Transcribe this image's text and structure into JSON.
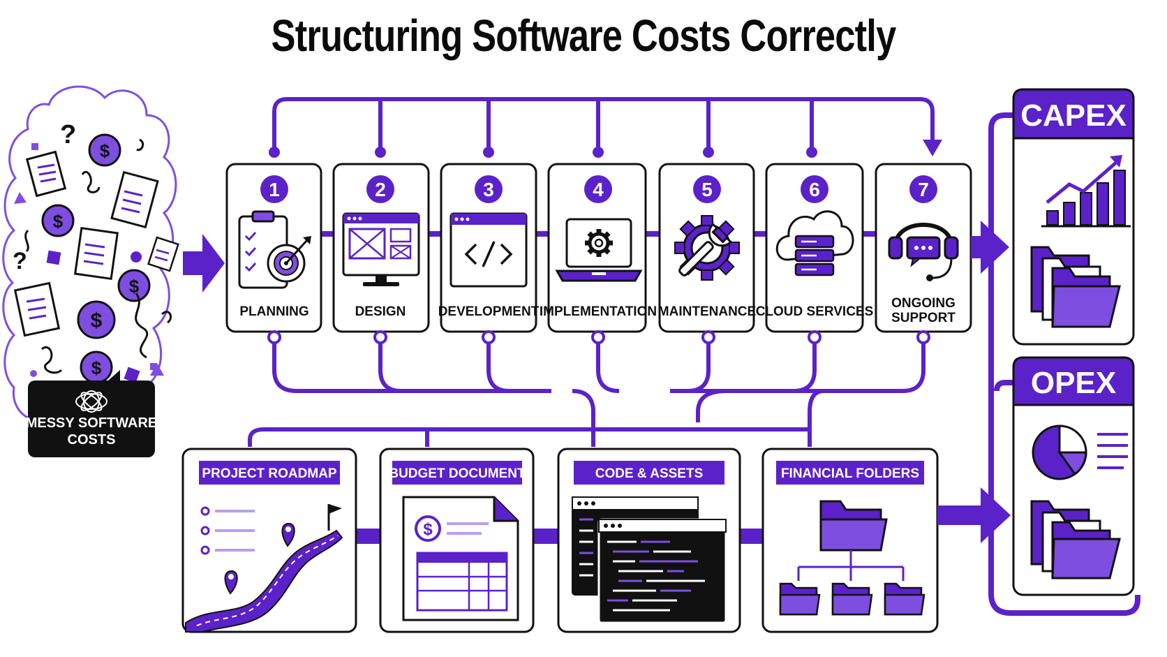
{
  "title": "Structuring Software Costs Correctly",
  "colors": {
    "accent": "#5b22c9",
    "accent_light": "#7e4ee0",
    "ink": "#111111",
    "paper": "#ffffff"
  },
  "stages": [
    {
      "number": "1",
      "label": "PLANNING",
      "icon": "clipboard-target-icon"
    },
    {
      "number": "2",
      "label": "DESIGN",
      "icon": "wireframe-monitor-icon"
    },
    {
      "number": "3",
      "label": "DEVELOPMENT",
      "icon": "code-window-icon"
    },
    {
      "number": "4",
      "label": "IMPLEMENTATION",
      "icon": "laptop-gear-icon"
    },
    {
      "number": "5",
      "label": "MAINTENANCE",
      "icon": "gear-wrench-icon"
    },
    {
      "number": "6",
      "label": "CLOUD SERVICES",
      "icon": "cloud-server-icon"
    },
    {
      "number": "7",
      "label_line1": "ONGOING",
      "label_line2": "SUPPORT",
      "icon": "headset-icon"
    }
  ],
  "documents": [
    {
      "label": "PROJECT ROADMAP",
      "icon": "roadmap-icon"
    },
    {
      "label": "BUDGET DOCUMENT",
      "icon": "budget-sheet-icon"
    },
    {
      "label": "CODE & ASSETS",
      "icon": "code-windows-icon"
    },
    {
      "label": "FINANCIAL FOLDERS",
      "icon": "folder-tree-icon"
    }
  ],
  "messy": {
    "line1": "MESSY SOFTWARE",
    "line2": "COSTS",
    "icon": "tangled-knot-icon"
  },
  "outcomes": [
    {
      "label": "CAPEX",
      "icons": [
        "bar-chart-arrow-icon",
        "folders-icon"
      ]
    },
    {
      "label": "OPEX",
      "icons": [
        "pie-chart-list-icon",
        "folders-icon"
      ]
    }
  ]
}
